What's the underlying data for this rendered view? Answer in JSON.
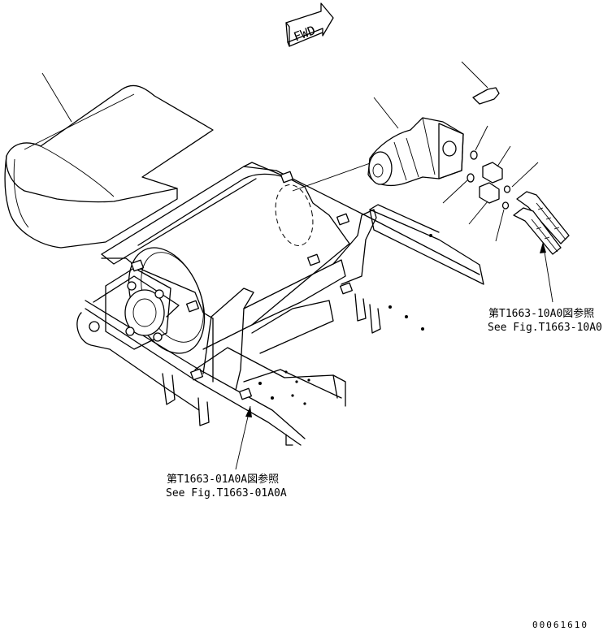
{
  "direction_marker": {
    "text": "FWD"
  },
  "references": [
    {
      "line_jp": "第T1663-10A0図参照",
      "line_en": "See Fig.T1663-10A0"
    },
    {
      "line_jp": "第T1663-01A0A図参照",
      "line_en": "See Fig.T1663-01A0A"
    }
  ],
  "drawing_code": "00061610"
}
